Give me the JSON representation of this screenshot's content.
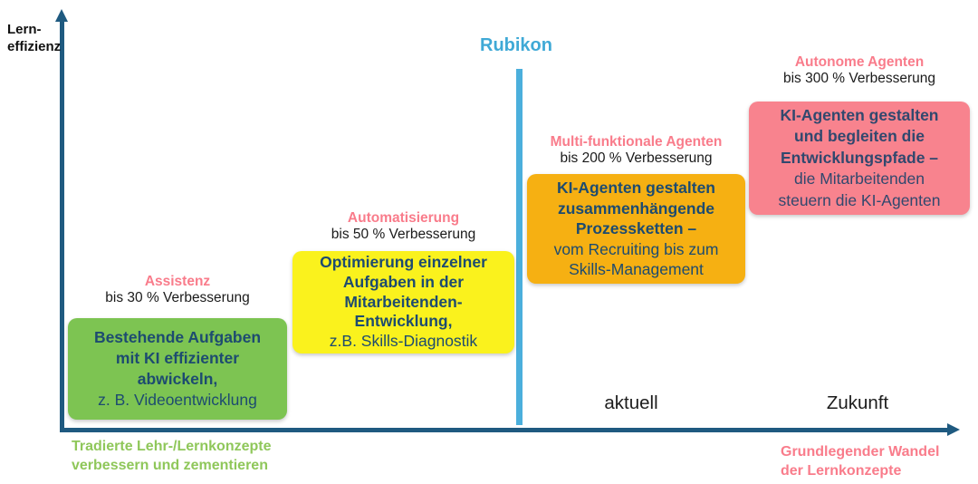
{
  "y_axis": {
    "label_line1": "Lern-",
    "label_line2": "effizienz"
  },
  "rubikon": {
    "label": "Rubikon",
    "line_color": "#4bafdc",
    "text_color": "#3fa9d6"
  },
  "x_axis": {
    "now_label": "aktuell",
    "future_label": "Zukunft",
    "axis_color": "#1f5a80"
  },
  "stage_label_color": "#f97c8b",
  "stages": [
    {
      "name": "Assistenz",
      "improvement": "bis 30 % Verbesserung",
      "bold_lines": [
        "Bestehende Aufgaben",
        "mit KI effizienter",
        "abwickeln,"
      ],
      "regular_lines": [
        "z. B. Videoentwicklung"
      ],
      "box_color": "#7dc452",
      "text_color": "#1d4b70"
    },
    {
      "name": "Automatisierung",
      "improvement": "bis 50 % Verbesserung",
      "bold_lines": [
        "Optimierung einzelner",
        "Aufgaben in der",
        "Mitarbeitenden-",
        "Entwicklung,"
      ],
      "regular_lines": [
        "z.B. Skills-Diagnostik"
      ],
      "box_color": "#faf21d",
      "text_color": "#1d4b70"
    },
    {
      "name": "Multi-funktionale Agenten",
      "improvement": "bis 200 % Verbesserung",
      "bold_lines": [
        "KI-Agenten gestalten",
        "zusammenhängende",
        "Prozessketten –"
      ],
      "regular_lines": [
        "vom Recruiting bis zum",
        "Skills-Management"
      ],
      "box_color": "#f6b012",
      "text_color": "#1d4b70"
    },
    {
      "name": "Autonome Agenten",
      "improvement": "bis 300 % Verbesserung",
      "bold_lines": [
        "KI-Agenten gestalten",
        "und begleiten die",
        "Entwicklungspfade –"
      ],
      "regular_lines": [
        "die Mitarbeitenden",
        "steuern die KI-Agenten"
      ],
      "box_color": "#f8838e",
      "text_color": "#31486e"
    }
  ],
  "footers": {
    "left_line1": "Tradierte Lehr-/Lernkonzepte",
    "left_line2": "verbessern und zementieren",
    "left_color": "#8fc75a",
    "right_line1": "Grundlegender Wandel",
    "right_line2": "der Lernkonzepte",
    "right_color": "#f97c8b"
  }
}
